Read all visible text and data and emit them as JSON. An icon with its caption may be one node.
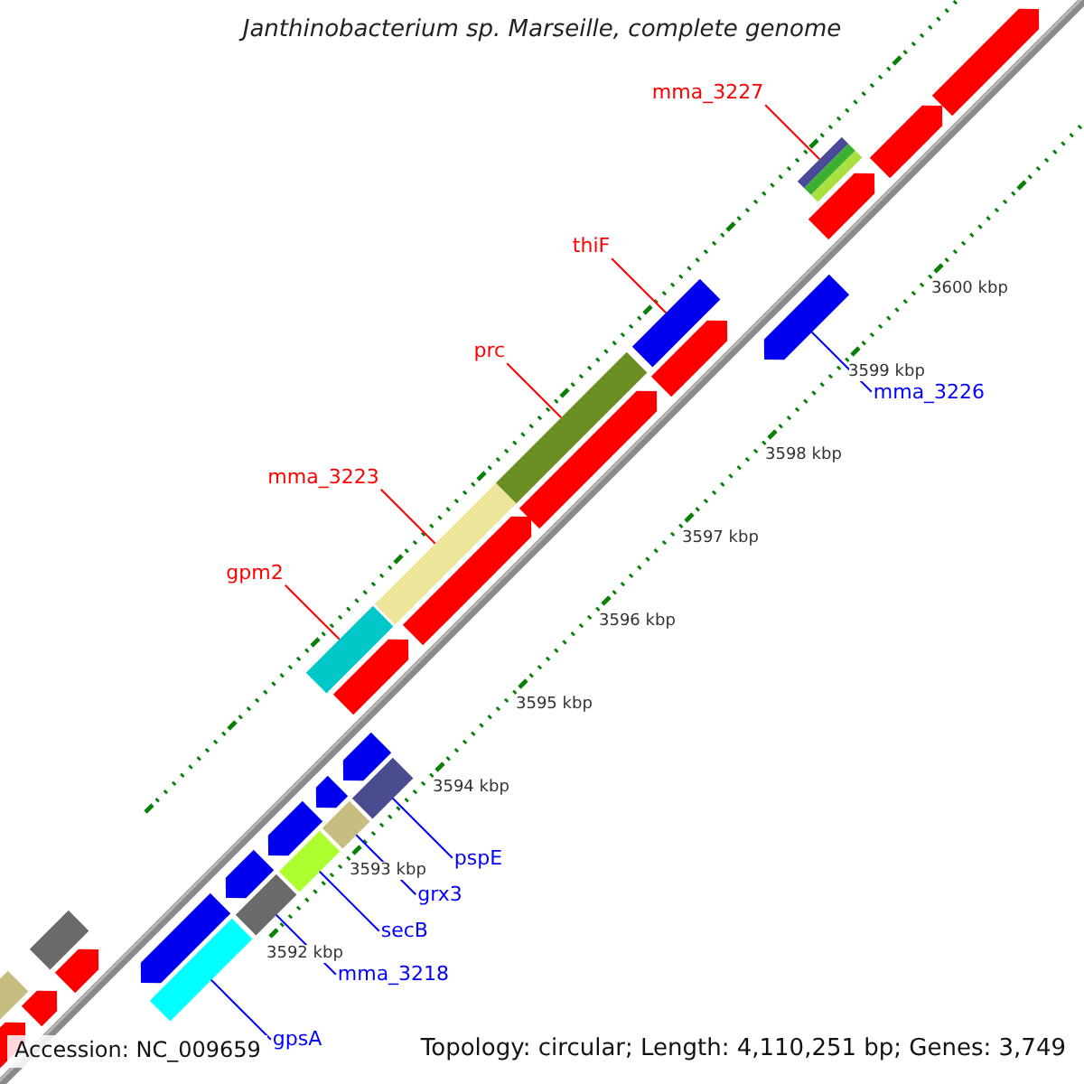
{
  "diagram": {
    "title": "Janthinobacterium sp. Marseille, complete genome",
    "nodes": [
      {
        "text": [
          "mma_3227"
        ]
      },
      {
        "text": [],
        "shape": "bar"
      },
      {
        "text": [
          "thiF"
        ]
      },
      {
        "text": [],
        "shape": "bar"
      },
      {
        "text": [
          "prc"
        ]
      },
      {
        "text": [],
        "shape": "bar"
      },
      {
        "text": [
          "mma_3226"
        ]
      },
      {
        "text": [],
        "shape": "arrow"
      },
      {
        "text": [
          "mma_3223"
        ]
      },
      {
        "text": [],
        "shape": "bar"
      },
      {
        "text": [
          "gpm2"
        ]
      },
      {
        "text": [],
        "shape": "bar"
      },
      {
        "text": [
          "pspE"
        ]
      },
      {
        "text": [],
        "shape": "bar"
      },
      {
        "text": [
          "grx3"
        ]
      },
      {
        "text": [],
        "shape": "bar"
      },
      {
        "text": [
          "secB"
        ]
      },
      {
        "text": [],
        "shape": "bar"
      },
      {
        "text": [
          "mma_3218"
        ]
      },
      {
        "text": [],
        "shape": "bar"
      },
      {
        "text": [
          "gpsA"
        ]
      },
      {
        "text": [],
        "shape": "bar"
      },
      {
        "text": [],
        "shape": "arrow"
      },
      {
        "text": [],
        "shape": "arrow"
      },
      {
        "text": [],
        "shape": "arrow"
      },
      {
        "text": [],
        "shape": "arrow"
      },
      {
        "text": [],
        "shape": "arrow"
      },
      {
        "text": [],
        "shape": "arrow"
      },
      {
        "text": [],
        "shape": "arrow"
      },
      {
        "text": [],
        "shape": "arrow"
      },
      {
        "text": [],
        "shape": "arrow"
      },
      {
        "text": [],
        "shape": "arrow"
      },
      {
        "text": [],
        "shape": "bar"
      },
      {
        "text": [],
        "shape": "bar"
      },
      {
        "text": [],
        "shape": "arrow"
      },
      {
        "text": [],
        "shape": "arrow"
      },
      {
        "text": [],
        "shape": "arrow"
      },
      {
        "text": [],
        "shape": "arrow"
      },
      {
        "text": [],
        "shape": "arrow"
      }
    ],
    "edges": [
      {
        "from": 0,
        "to": 1,
        "arrow": "none",
        "color": "#ff0000"
      },
      {
        "from": 2,
        "to": 3,
        "arrow": "none",
        "color": "#ff0000"
      },
      {
        "from": 4,
        "to": 5,
        "arrow": "none",
        "color": "#ff0000"
      },
      {
        "from": 6,
        "to": 7,
        "arrow": "none",
        "color": "#0000ff"
      },
      {
        "from": 8,
        "to": 9,
        "arrow": "none",
        "color": "#ff0000"
      },
      {
        "from": 10,
        "to": 11,
        "arrow": "none",
        "color": "#ff0000"
      },
      {
        "from": 12,
        "to": 13,
        "arrow": "none",
        "color": "#0000ff"
      },
      {
        "from": 14,
        "to": 15,
        "arrow": "none",
        "color": "#0000ff"
      },
      {
        "from": 16,
        "to": 17,
        "arrow": "none",
        "color": "#0000ff"
      },
      {
        "from": 18,
        "to": 19,
        "arrow": "none",
        "color": "#0000ff"
      },
      {
        "from": 20,
        "to": 21,
        "arrow": "none",
        "color": "#0000ff"
      }
    ],
    "labels": [
      "3600 kbp",
      "3599 kbp",
      "3598 kbp",
      "3597 kbp",
      "3596 kbp",
      "3595 kbp",
      "3594 kbp",
      "3593 kbp",
      "3592 kbp",
      "Accession: NC_009659",
      "Topology: circular; Length: 4,110,251 bp; Genes: 3,749"
    ]
  }
}
